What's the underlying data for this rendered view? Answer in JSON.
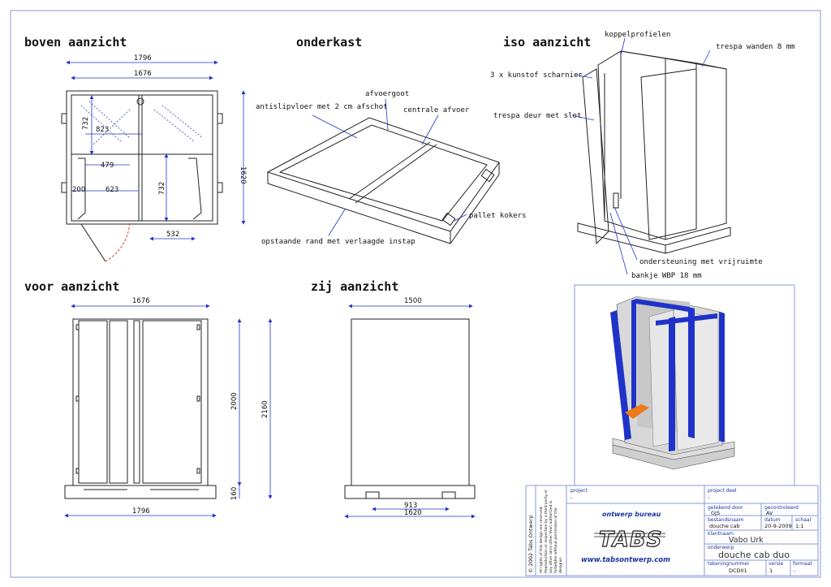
{
  "headings": {
    "top_view": "boven aanzicht",
    "base": "onderkast",
    "iso": "iso aanzicht",
    "front": "voor aanzicht",
    "side": "zij aanzicht"
  },
  "top_view_dims": {
    "outer_width": "1796",
    "inner_width": "1676",
    "depth": "1620",
    "d732a": "732",
    "d823": "823",
    "d479": "479",
    "d200": "200",
    "d623": "623",
    "d732b": "732",
    "d532": "532"
  },
  "base_callouts": {
    "floor": "antislipvloer met 2 cm afschot",
    "gutter": "afvoergoot",
    "drain": "centrale afvoer",
    "pallet": "pallet kokers",
    "rim": "opstaande rand met verlaagde instap"
  },
  "iso_callouts": {
    "profiles": "koppelprofielen",
    "walls": "trespa wanden 8 mm",
    "hinges": "3 x kunstof scharnier",
    "door": "trespa deur met slot",
    "support": "ondersteuning met vrijruimte",
    "bench": "bankje WBP 18 mm"
  },
  "front_dims": {
    "top_width": "1676",
    "inner_height": "2000",
    "total_height": "2160",
    "base_height": "160",
    "bottom_width": "1796"
  },
  "side_dims": {
    "width": "1500",
    "pallet_spacing": "913",
    "bottom_width": "1620"
  },
  "title_block": {
    "copyright": "© 2002 Tabs Ontwerp",
    "rights_text": "All rights of this design are reserved. Reproduction or inspection by a third party or any other aims other than authorized is forbidden without permission of the designer.",
    "project_label": "project",
    "project_value": "-",
    "project_part_label": "project deel",
    "project_part_value": "-",
    "bureau": "ontwerp bureau",
    "logo": "TABS",
    "website": "www.tabsontwerp.com",
    "drawn_by_label": "getekend door",
    "drawn_by_value": "GJS",
    "checked_label": "gecontroleerd",
    "checked_value": "AV",
    "filename_label": "bestandsnaam",
    "filename_value": "douche cab",
    "date_label": "datum",
    "date_value": "20-9-2009",
    "scale_label": "schaal",
    "scale_value": "1:1",
    "client_label": "klantnaam",
    "client_value": "Vabo Urk",
    "subject_label": "onderwerp",
    "subject_value": "douche cab duo",
    "drawing_no_label": "tekeningnummer",
    "drawing_no_value": "DCD01",
    "version_label": "versie",
    "version_value": "1",
    "format_label": "formaat",
    "format_value": "-"
  },
  "colors": {
    "frame_border": "#8a9ad8",
    "dimension_line": "#2233cc",
    "accent_blue": "#1f33c9",
    "bench_orange": "#ee7a1a",
    "door_arc": "#e0342c"
  }
}
